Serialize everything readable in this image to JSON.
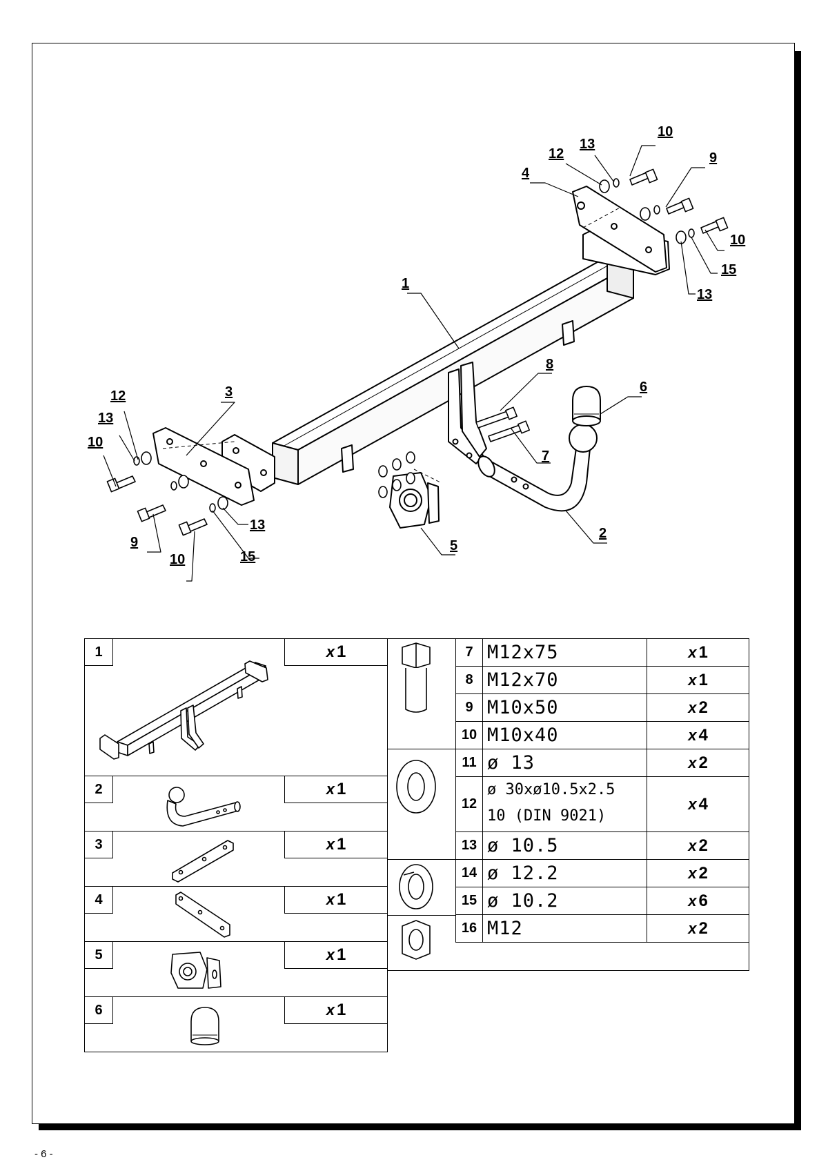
{
  "page_number": "- 6 -",
  "callouts": [
    {
      "id": "c1",
      "label": "1"
    },
    {
      "id": "c2",
      "label": "2"
    },
    {
      "id": "c3",
      "label": "3"
    },
    {
      "id": "c4",
      "label": "4"
    },
    {
      "id": "c5",
      "label": "5"
    },
    {
      "id": "c6",
      "label": "6"
    },
    {
      "id": "c7",
      "label": "7"
    },
    {
      "id": "c8",
      "label": "8"
    },
    {
      "id": "c9a",
      "label": "9"
    },
    {
      "id": "c9b",
      "label": "9"
    },
    {
      "id": "c10a",
      "label": "10"
    },
    {
      "id": "c10b",
      "label": "10"
    },
    {
      "id": "c10c",
      "label": "10"
    },
    {
      "id": "c10d",
      "label": "10"
    },
    {
      "id": "c12a",
      "label": "12"
    },
    {
      "id": "c12b",
      "label": "12"
    },
    {
      "id": "c13a",
      "label": "13"
    },
    {
      "id": "c13b",
      "label": "13"
    },
    {
      "id": "c13c",
      "label": "13"
    },
    {
      "id": "c13d",
      "label": "13"
    },
    {
      "id": "c15a",
      "label": "15"
    },
    {
      "id": "c15b",
      "label": "15"
    }
  ],
  "parts": [
    {
      "num": "1",
      "x": "x",
      "qty": "1"
    },
    {
      "num": "2",
      "x": "x",
      "qty": "1"
    },
    {
      "num": "3",
      "x": "x",
      "qty": "1"
    },
    {
      "num": "4",
      "x": "x",
      "qty": "1"
    },
    {
      "num": "5",
      "x": "x",
      "qty": "1"
    },
    {
      "num": "6",
      "x": "x",
      "qty": "1"
    }
  ],
  "hardware": [
    {
      "num": "7",
      "spec": "M12x75",
      "x": "x",
      "qty": "1"
    },
    {
      "num": "8",
      "spec": "M12x70",
      "x": "x",
      "qty": "1"
    },
    {
      "num": "9",
      "spec": "M10x50",
      "x": "x",
      "qty": "2"
    },
    {
      "num": "10",
      "spec": "M10x40",
      "x": "x",
      "qty": "4"
    },
    {
      "num": "11",
      "spec": "ø 13",
      "x": "x",
      "qty": "2"
    },
    {
      "num": "12",
      "spec": "ø 30xø10.5x2.5",
      "spec2": "10  (DIN 9021)",
      "x": "x",
      "qty": "4"
    },
    {
      "num": "13",
      "spec": "ø 10.5",
      "x": "x",
      "qty": "2"
    },
    {
      "num": "14",
      "spec": "ø 12.2",
      "x": "x",
      "qty": "2"
    },
    {
      "num": "15",
      "spec": "ø 10.2",
      "x": "x",
      "qty": "6"
    },
    {
      "num": "16",
      "spec": "M12",
      "x": "x",
      "qty": "2"
    }
  ]
}
